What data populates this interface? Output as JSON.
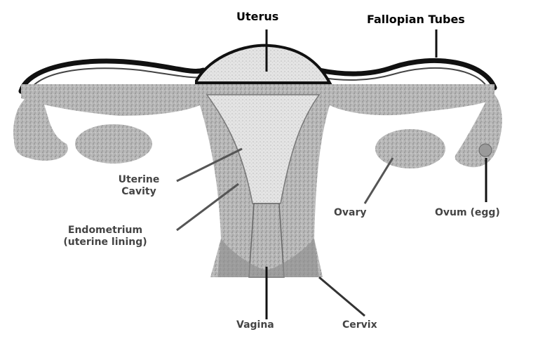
{
  "diagram": {
    "labels": {
      "uterus": "Uterus",
      "fallopian_tubes": "Fallopian Tubes",
      "uterine_cavity_line1": "Uterine",
      "uterine_cavity_line2": "Cavity",
      "endometrium_line1": "Endometrium",
      "endometrium_line2": "(uterine lining)",
      "ovary": "Ovary",
      "ovum": "Ovum (egg)",
      "vagina": "Vagina",
      "cervix": "Cervix"
    },
    "colors": {
      "outline": "#111111",
      "tissue": "#b8b8b8",
      "tissue_dark": "#8f8f8f",
      "cavity": "#e6e6e6",
      "label_soft": "#444444"
    }
  }
}
